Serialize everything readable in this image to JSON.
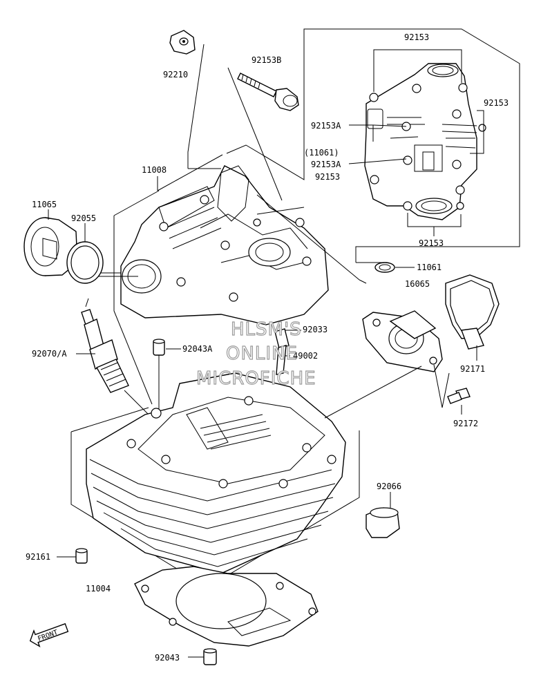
{
  "labels": {
    "p92210": "92210",
    "p92153B": "92153B",
    "p92153_top": "92153",
    "p92153_right": "92153",
    "p92153A_1": "92153A",
    "p11061_paren": "(11061)",
    "p92153A_2": "92153A",
    "p92153_mid": "92153",
    "p92153_bottom": "92153",
    "p11008": "11008",
    "p11065": "11065",
    "p92055": "92055",
    "p11061": "11061",
    "p16065": "16065",
    "p92033": "92033",
    "p92070A": "92070/A",
    "p92043A": "92043A",
    "p49002": "49002",
    "p92171": "92171",
    "p92172": "92172",
    "p92066": "92066",
    "p92161": "92161",
    "p11004": "11004",
    "p92043": "92043"
  },
  "watermark": {
    "line1": "HLSM'S",
    "line2": "ONLINE",
    "line3": "MICROFICHE"
  },
  "front_arrow": {
    "label": "FRONT"
  }
}
